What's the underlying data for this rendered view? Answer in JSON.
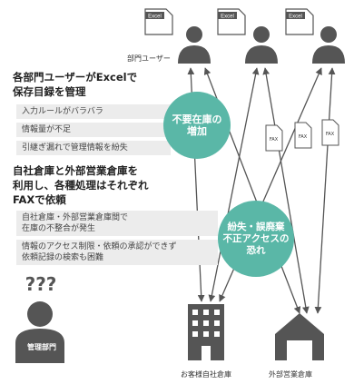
{
  "dept_users_label": "部門ユーザー",
  "excel_label": "Excel",
  "fax_label": "FAX",
  "issue_group_1": {
    "heading_line1": "各部門ユーザーがExcelで",
    "heading_line2": "保存目録を管理",
    "items": [
      "入力ルールがバラバラ",
      "情報量が不足",
      "引継ぎ漏れで管理情報を紛失"
    ]
  },
  "issue_group_2": {
    "heading_line1": "自社倉庫と外部営業倉庫を",
    "heading_line2": "利用し、各種処理はそれぞれ",
    "heading_line3": "FAXで依頼",
    "item1_line1": "自社倉庫・外部営業倉庫間で",
    "item1_line2": "在庫の不整合が発生",
    "item2_line1": "情報のアクセス制限・依頼の承認ができず",
    "item2_line2": "依頼記録の検索も困難"
  },
  "risk1": {
    "line1": "不要在庫の",
    "line2": "増加"
  },
  "risk2": {
    "line1": "紛失・誤廃棄",
    "line2": "不正アクセスの",
    "line3": "恐れ"
  },
  "management_label": "管理部門",
  "own_warehouse_label": "お客様自社倉庫",
  "external_warehouse_label": "外部営業倉庫",
  "question_marks": "???",
  "colors": {
    "accent": "#5ab7a7",
    "icon": "#555555",
    "bar": "#ececec"
  }
}
